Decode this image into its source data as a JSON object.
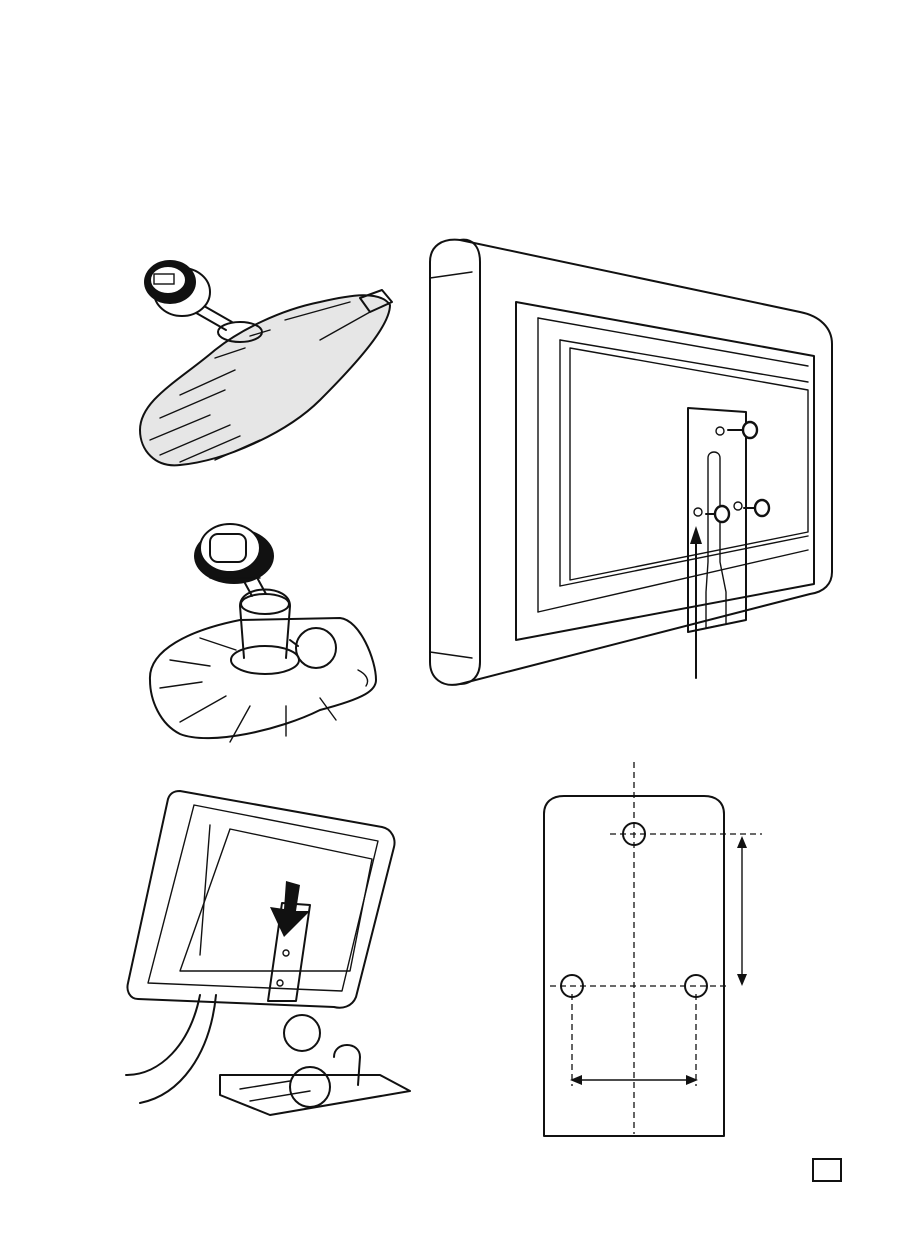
{
  "figures": [
    {
      "id": "suction-mount",
      "icon": "suction-cup-mount-icon"
    },
    {
      "id": "monitor-back",
      "icon": "monitor-rear-bracket-icon"
    },
    {
      "id": "adhesive-base",
      "icon": "adhesive-base-mount-icon"
    },
    {
      "id": "assembly",
      "icon": "monitor-slide-on-assembly-icon"
    },
    {
      "id": "bracket-template",
      "icon": "bracket-hole-template-icon"
    }
  ],
  "page_box": {
    "icon": "page-number-box-icon",
    "text": ""
  }
}
